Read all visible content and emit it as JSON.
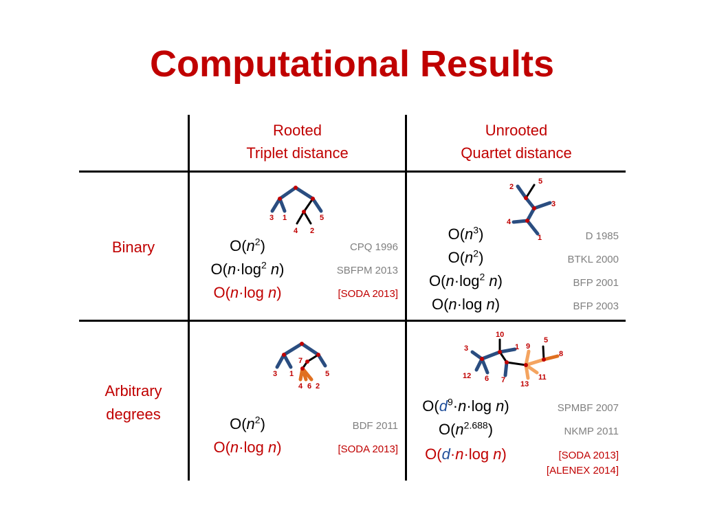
{
  "title": "Computational Results",
  "headers": {
    "rooted": [
      "Rooted",
      "Triplet distance"
    ],
    "unrooted": [
      "Unrooted",
      "Quartet distance"
    ]
  },
  "rows": {
    "binary": "Binary",
    "arbitrary": [
      "Arbitrary",
      "degrees"
    ]
  },
  "cells": {
    "rooted_binary": [
      {
        "expr": "O(<i>n</i><sup>2</sup>)",
        "ref": "CPQ 1996",
        "highlight": false
      },
      {
        "expr": "O(<i>n</i>·log<sup>2</sup> <i>n</i>)",
        "ref": "SBFPM 2013",
        "highlight": false
      },
      {
        "expr": "O(<i>n</i>·log <i>n</i>)",
        "ref": "[SODA 2013]",
        "highlight": true
      }
    ],
    "unrooted_binary": [
      {
        "expr": "O(<i>n</i><sup>3</sup>)",
        "ref": "D 1985",
        "highlight": false
      },
      {
        "expr": "O(<i>n</i><sup>2</sup>)",
        "ref": "BTKL 2000",
        "highlight": false
      },
      {
        "expr": "O(<i>n</i>·log<sup>2</sup> <i>n</i>)",
        "ref": "BFP 2001",
        "highlight": false
      },
      {
        "expr": "O(<i>n</i>·log <i>n</i>)",
        "ref": "BFP 2003",
        "highlight": false
      }
    ],
    "rooted_arbitrary": [
      {
        "expr": "O(<i>n</i><sup>2</sup>)",
        "ref": "BDF 2011",
        "highlight": false
      },
      {
        "expr": "O(<i>n</i>·log <i>n</i>)",
        "ref": "[SODA 2013]",
        "highlight": true
      }
    ],
    "unrooted_arbitrary": [
      {
        "expr": "O(<i class=\"blue\">d</i><sup>9</sup>·<i>n</i>·log <i>n</i>)",
        "ref": "SPMBF 2007",
        "highlight": false
      },
      {
        "expr": "O(<i>n</i><sup>2.688</sup>)",
        "ref": "NKMP 2011",
        "highlight": false
      },
      {
        "expr": "O(<i class=\"blue\">d</i>·<i>n</i>·log <i>n</i>)",
        "ref": "[SODA 2013]",
        "ref2": "[ALENEX 2014]",
        "highlight": true
      }
    ]
  },
  "trees": {
    "rooted_binary_leaves": [
      "3",
      "1",
      "4",
      "2",
      "5"
    ],
    "unrooted_binary_leaves": [
      "2",
      "5",
      "3",
      "4",
      "1"
    ],
    "rooted_arbitrary_leaves": [
      "3",
      "1",
      "7",
      "4",
      "6",
      "2",
      "5"
    ],
    "unrooted_arbitrary_leaves": [
      "10",
      "3",
      "1",
      "9",
      "5",
      "8",
      "12",
      "6",
      "7",
      "13",
      "11"
    ]
  },
  "colors": {
    "accent": "#c00000",
    "reference": "#808080",
    "tree_edge": "#2a4d80",
    "tree_highlight": "#e07020",
    "tree_highlight_light": "#f4a460",
    "d_variable": "#1f4e9a"
  }
}
